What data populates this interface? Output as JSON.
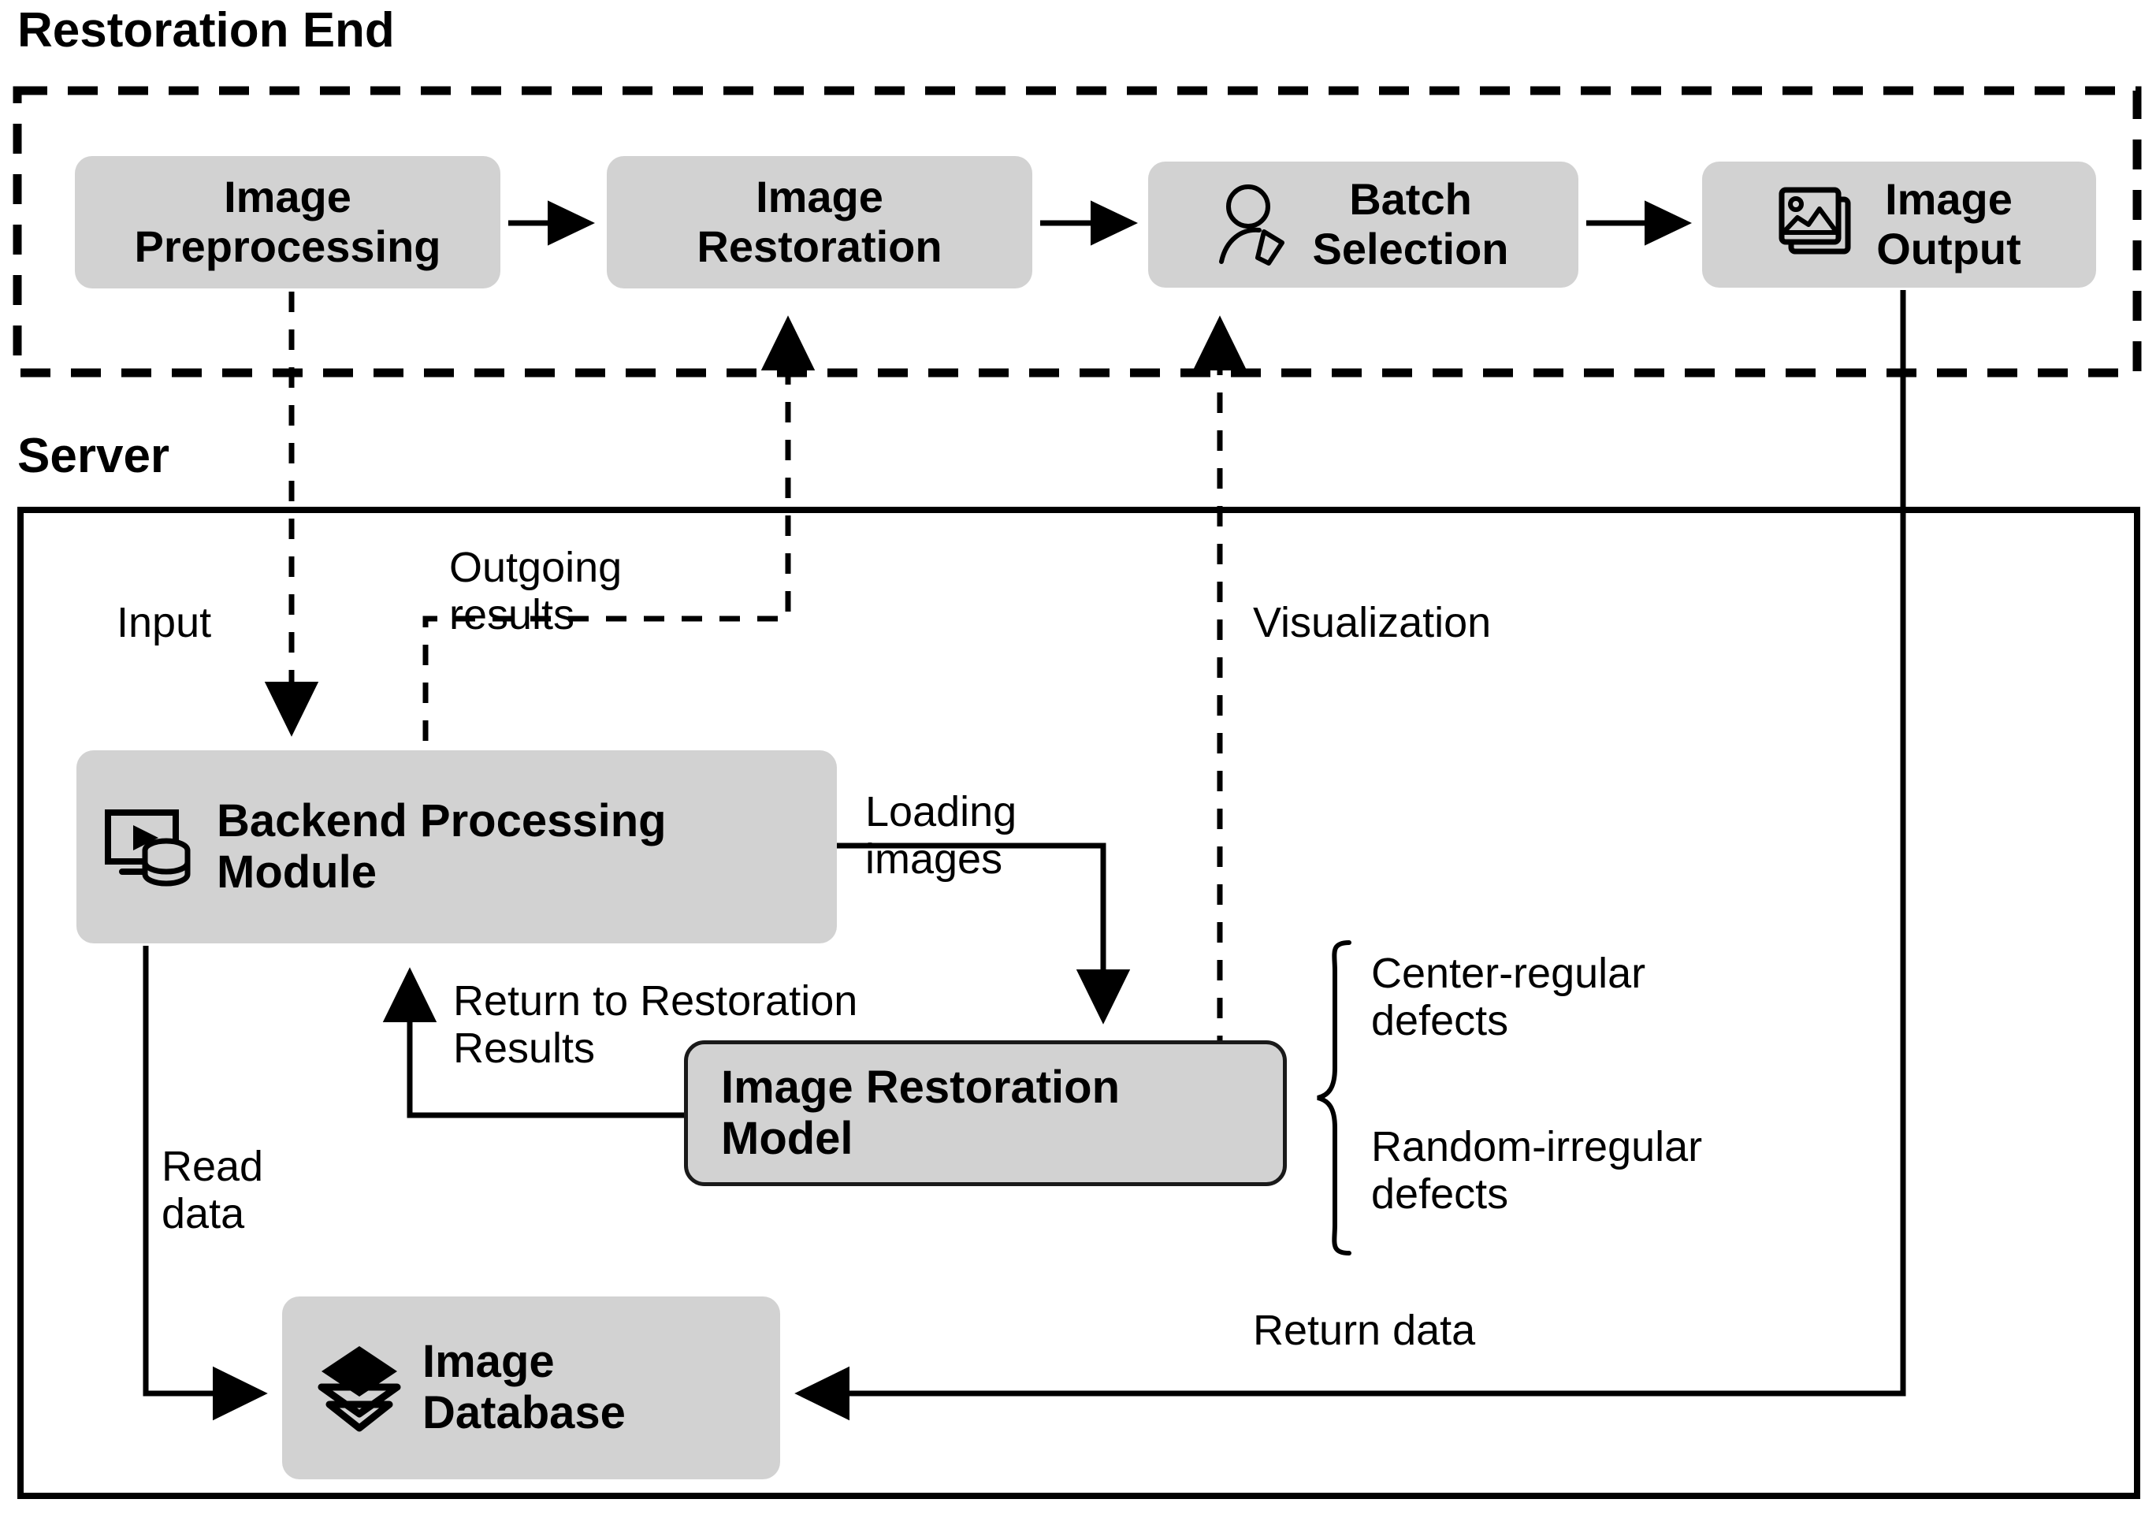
{
  "diagram": {
    "sections": [
      {
        "id": "restoration-end",
        "title": "Restoration End",
        "border": "dashed"
      },
      {
        "id": "server",
        "title": "Server",
        "border": "solid"
      }
    ],
    "nodes": [
      {
        "id": "image-preprocessing",
        "label": "Image\nPreprocessing",
        "icon": null,
        "section": "restoration-end"
      },
      {
        "id": "image-restoration",
        "label": "Image\nRestoration",
        "icon": null,
        "section": "restoration-end"
      },
      {
        "id": "batch-selection",
        "label": "Batch\nSelection",
        "icon": "user-edit-icon",
        "section": "restoration-end"
      },
      {
        "id": "image-output",
        "label": "Image\nOutput",
        "icon": "image-stack-icon",
        "section": "restoration-end"
      },
      {
        "id": "backend-processing-module",
        "label": "Backend Processing\nModule",
        "icon": "monitor-database-icon",
        "section": "server"
      },
      {
        "id": "image-restoration-model",
        "label": "Image Restoration\nModel",
        "icon": null,
        "section": "server"
      },
      {
        "id": "image-database",
        "label": "Image\nDatabase",
        "icon": "layers-icon",
        "section": "server"
      }
    ],
    "edge_labels": {
      "input": "Input",
      "outgoing_results": "Outgoing\nresults",
      "visualization": "Visualization",
      "loading_images": "Loading\nimages",
      "return_to_restoration_results": "Return to Restoration\nResults",
      "read_data": "Read\ndata",
      "return_data": "Return data"
    },
    "brace_items": [
      "Center-regular\ndefects",
      "Random-irregular\ndefects"
    ],
    "colors": {
      "node_fill": "#d2d2d2",
      "node_outline": "#1a1a1a",
      "stroke": "#000000",
      "background": "#ffffff"
    }
  }
}
